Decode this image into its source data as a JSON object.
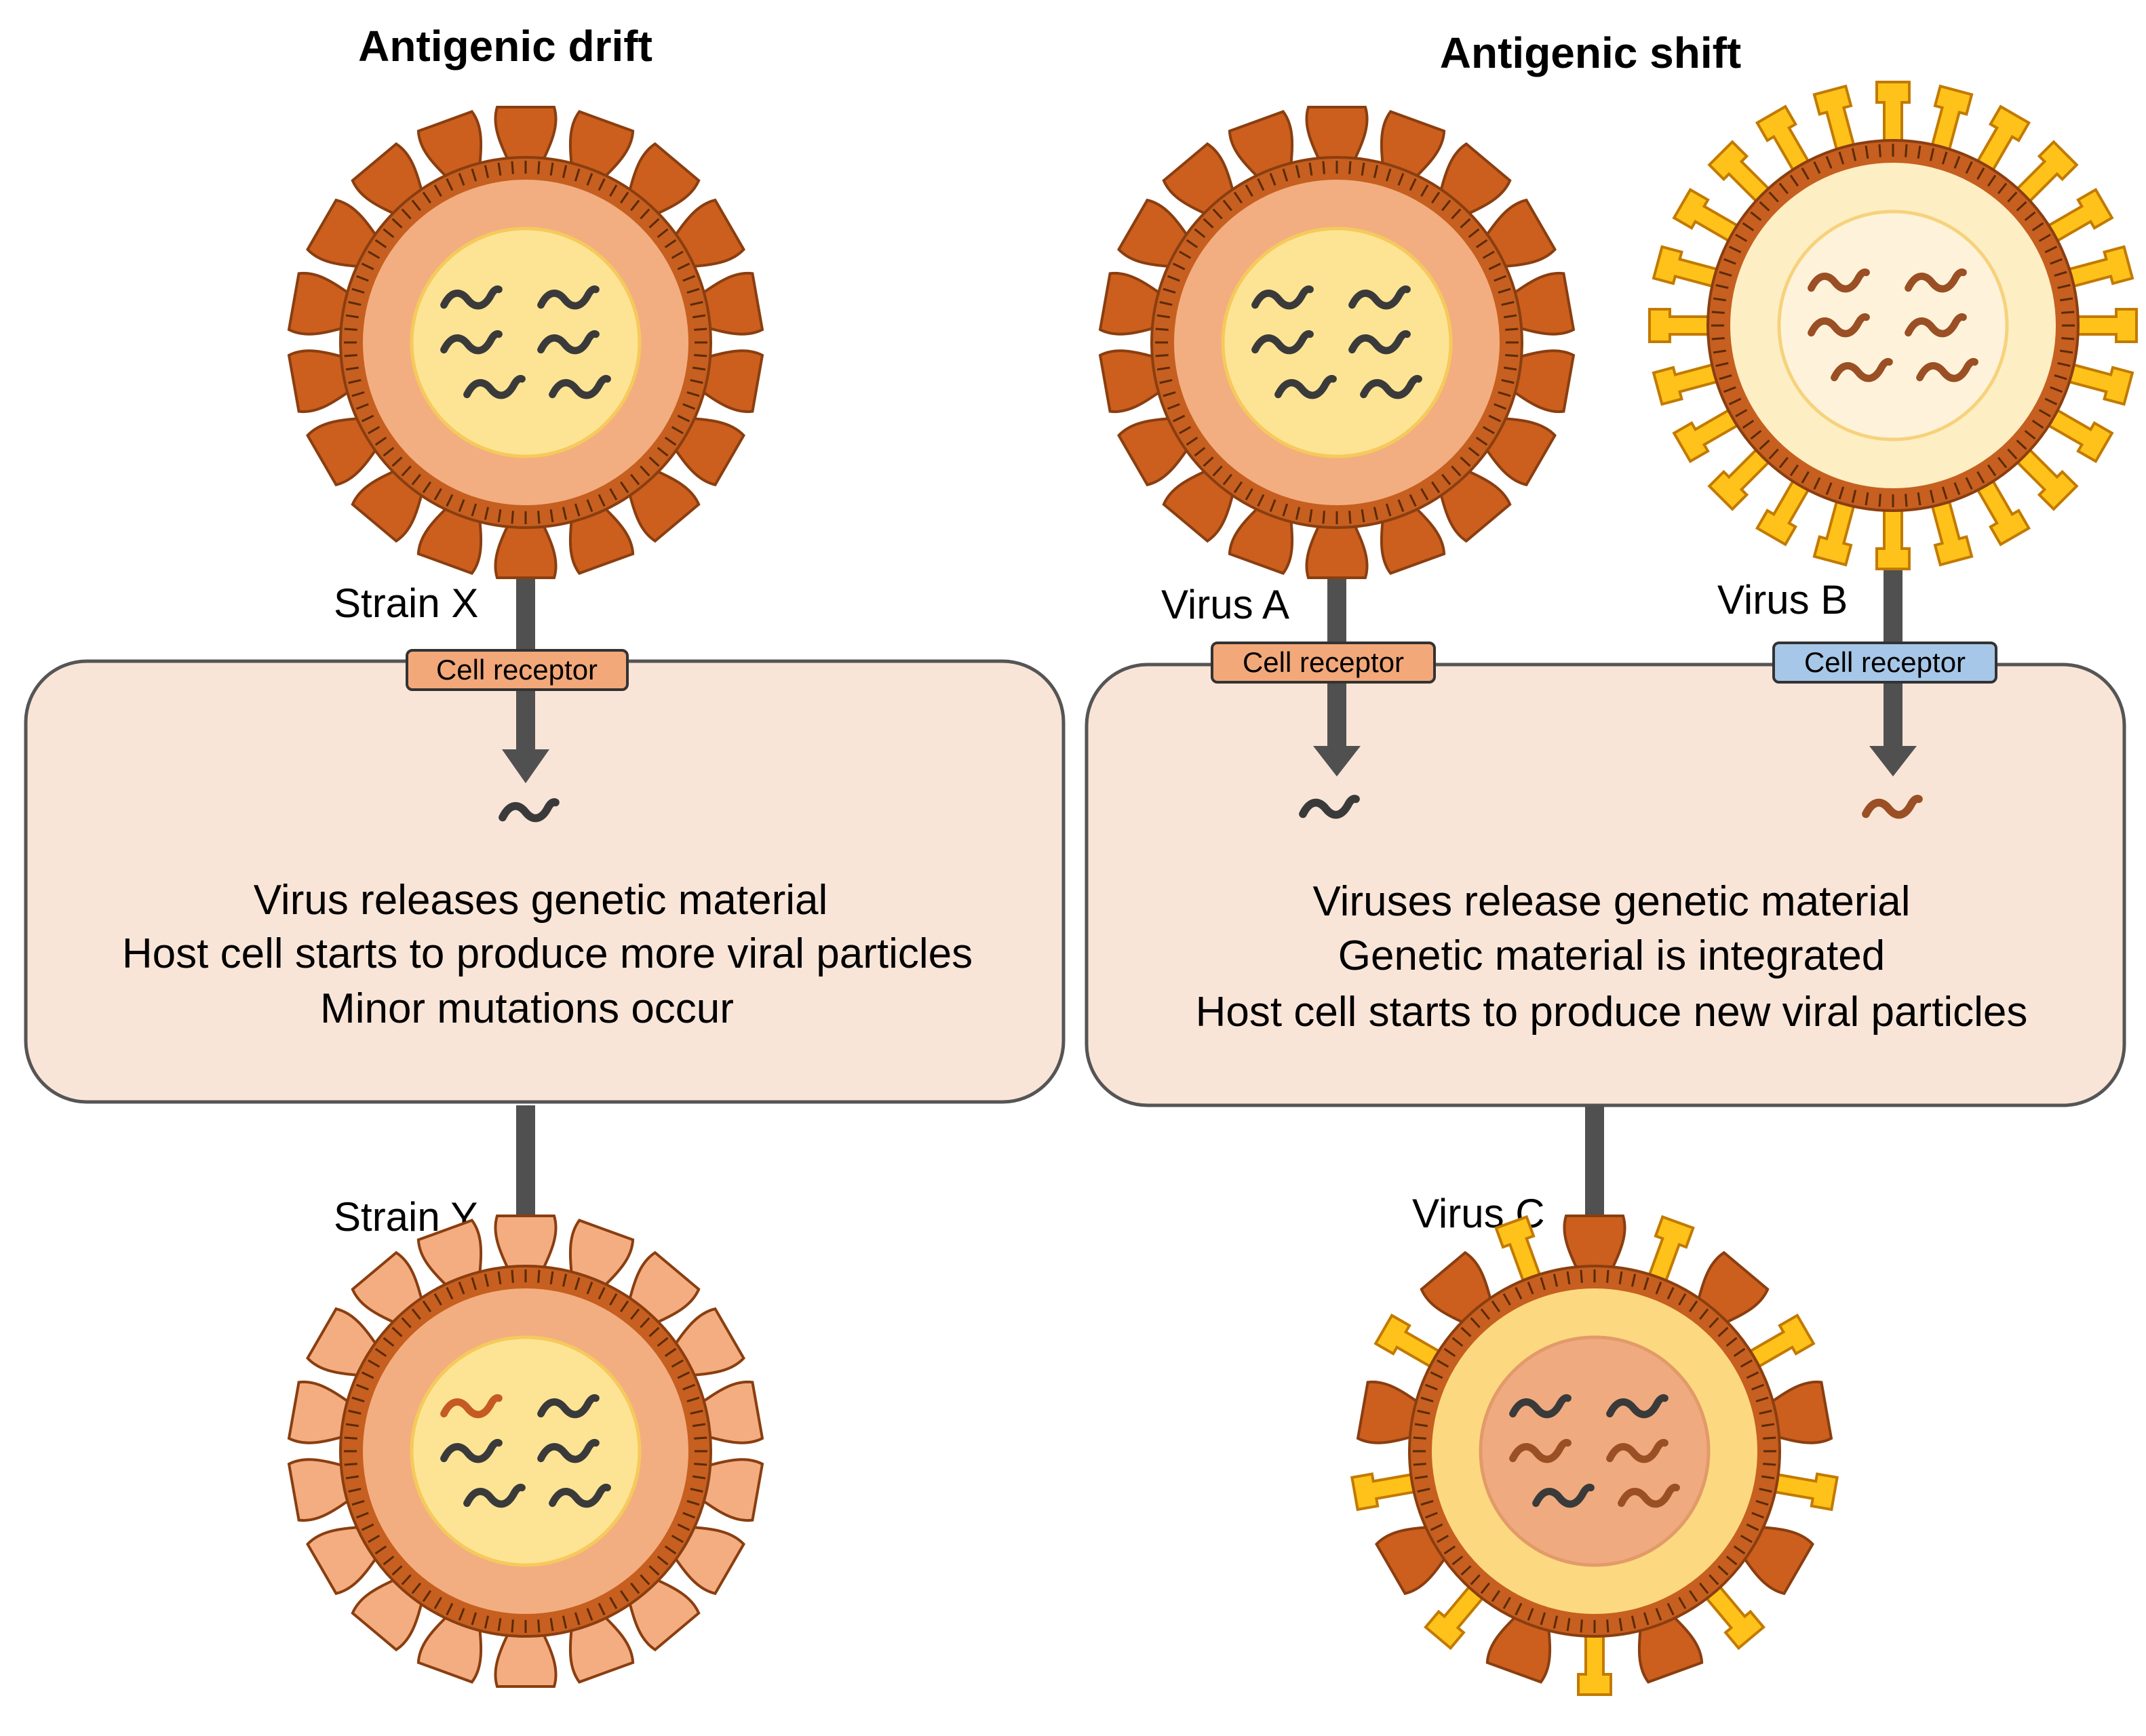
{
  "colors": {
    "background": "#ffffff",
    "arrow": "#505050",
    "cell_fill": "#f9e5d8",
    "cell_stroke": "#555555",
    "receptor_orange": "#f3a87a",
    "receptor_blue": "#a7c7e8",
    "spike_brown": "#cc5f1e",
    "spike_light": "#f3ad80",
    "spike_yellow": "#ffc21a",
    "membrane_brown": "#c65f1f",
    "layer_salmon": "#f2ae80",
    "layer_yellow": "#fcd980",
    "layer_pale": "#fdeec4",
    "core_yellow": "#fde494",
    "core_cream": "#fef3da",
    "core_salmon": "#efab7f",
    "rna_dark": "#3a3a3a",
    "rna_brown": "#9a4f24",
    "rna_orange": "#c65a23"
  },
  "drift": {
    "title": "Antigenic drift",
    "strain_x_label": "Strain X",
    "strain_y_label": "Strain Y",
    "receptor_label": "Cell receptor",
    "cell_lines": [
      "Virus releases genetic material",
      "Host cell starts to produce more viral particles",
      "Minor mutations occur"
    ],
    "strain_x_icon": "virus-strain-x-icon",
    "strain_y_icon": "virus-strain-y-icon"
  },
  "shift": {
    "title": "Antigenic shift",
    "virus_a_label": "Virus A",
    "virus_b_label": "Virus B",
    "virus_c_label": "Virus C",
    "receptor_a_label": "Cell receptor",
    "receptor_b_label": "Cell receptor",
    "cell_lines": [
      "Viruses release genetic material",
      "Genetic material is integrated",
      "Host cell starts to produce new viral particles"
    ],
    "virus_a_icon": "virus-a-icon",
    "virus_b_icon": "virus-b-icon",
    "virus_c_icon": "virus-c-icon"
  }
}
